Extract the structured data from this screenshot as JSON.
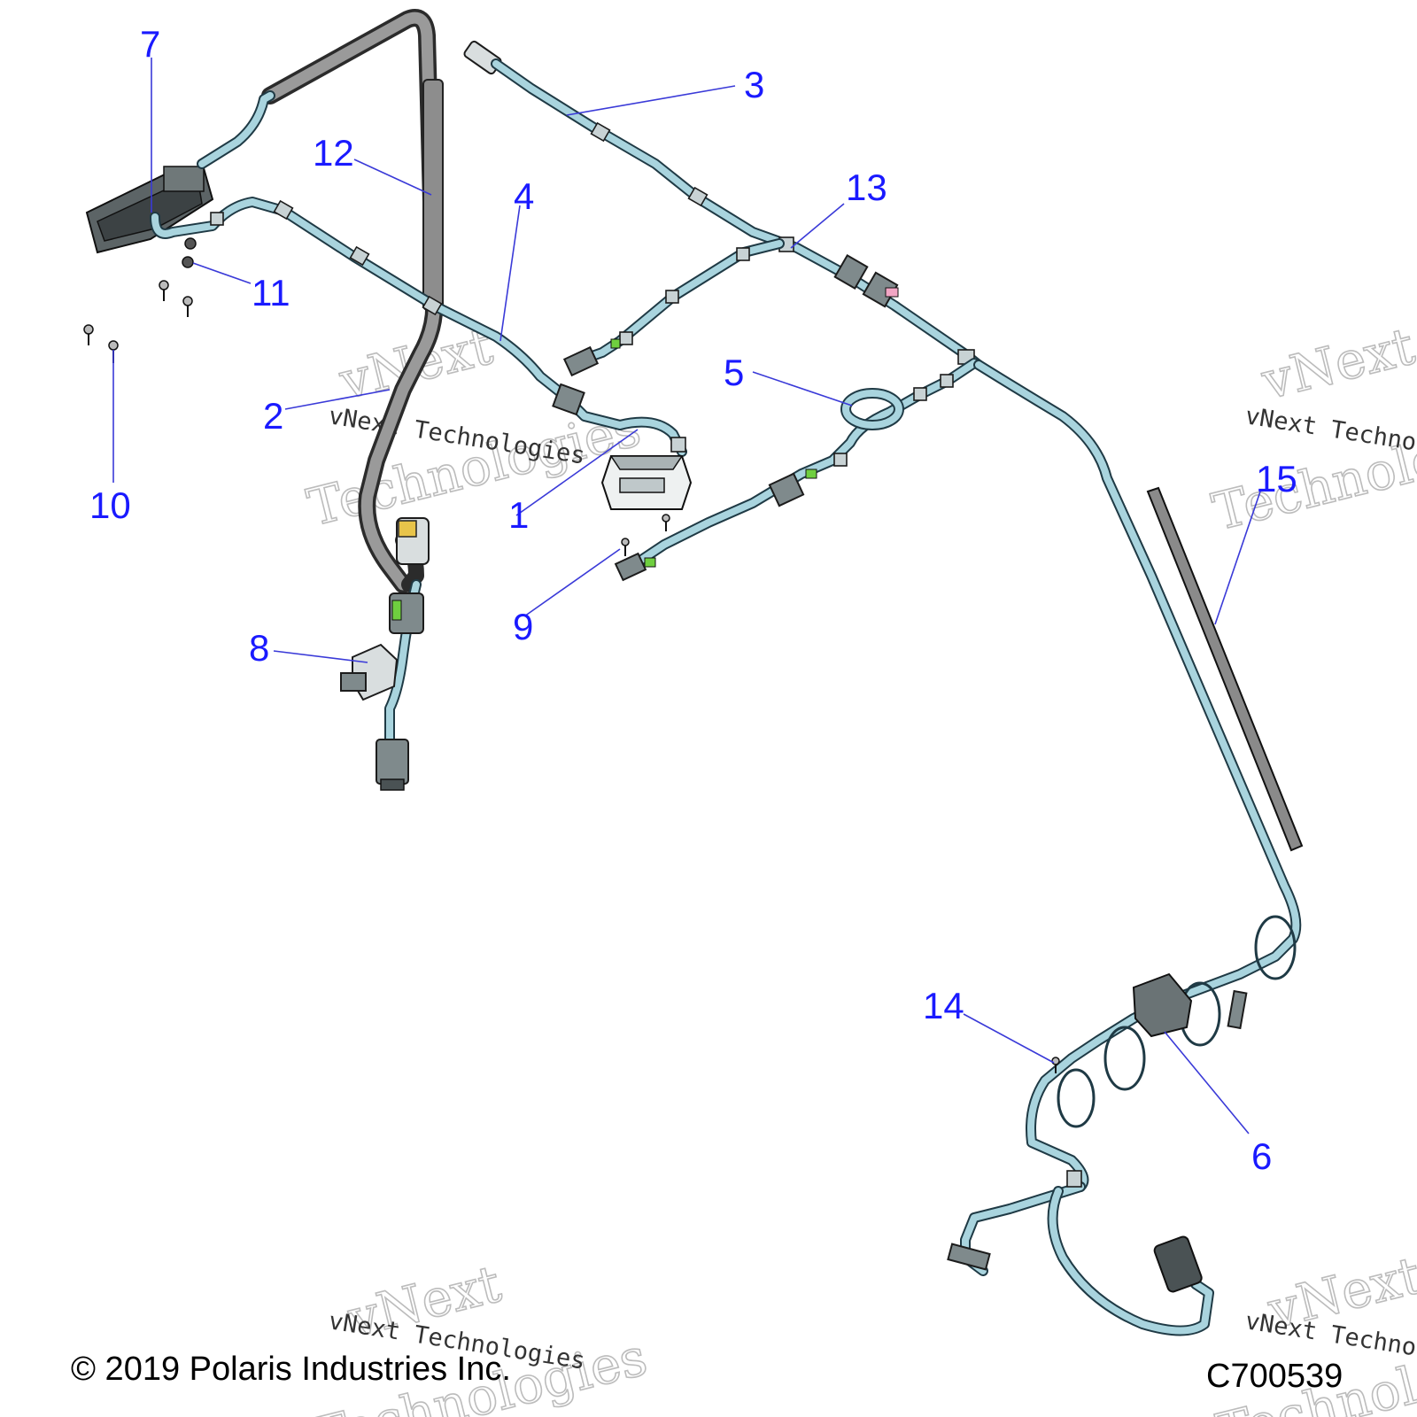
{
  "diagram": {
    "callouts": [
      "1",
      "2",
      "3",
      "4",
      "5",
      "6",
      "7",
      "8",
      "9",
      "10",
      "11",
      "12",
      "13",
      "14",
      "15"
    ],
    "watermark": {
      "brand": "vNext",
      "word": "Technologies",
      "full": "vNext Technologies"
    }
  },
  "footer": {
    "copyright": "© 2019 Polaris Industries Inc.",
    "figure_id": "C700539"
  },
  "colors": {
    "harness": "#a9d4de",
    "outline": "#1f3a45",
    "callout": "#1a1aff"
  }
}
